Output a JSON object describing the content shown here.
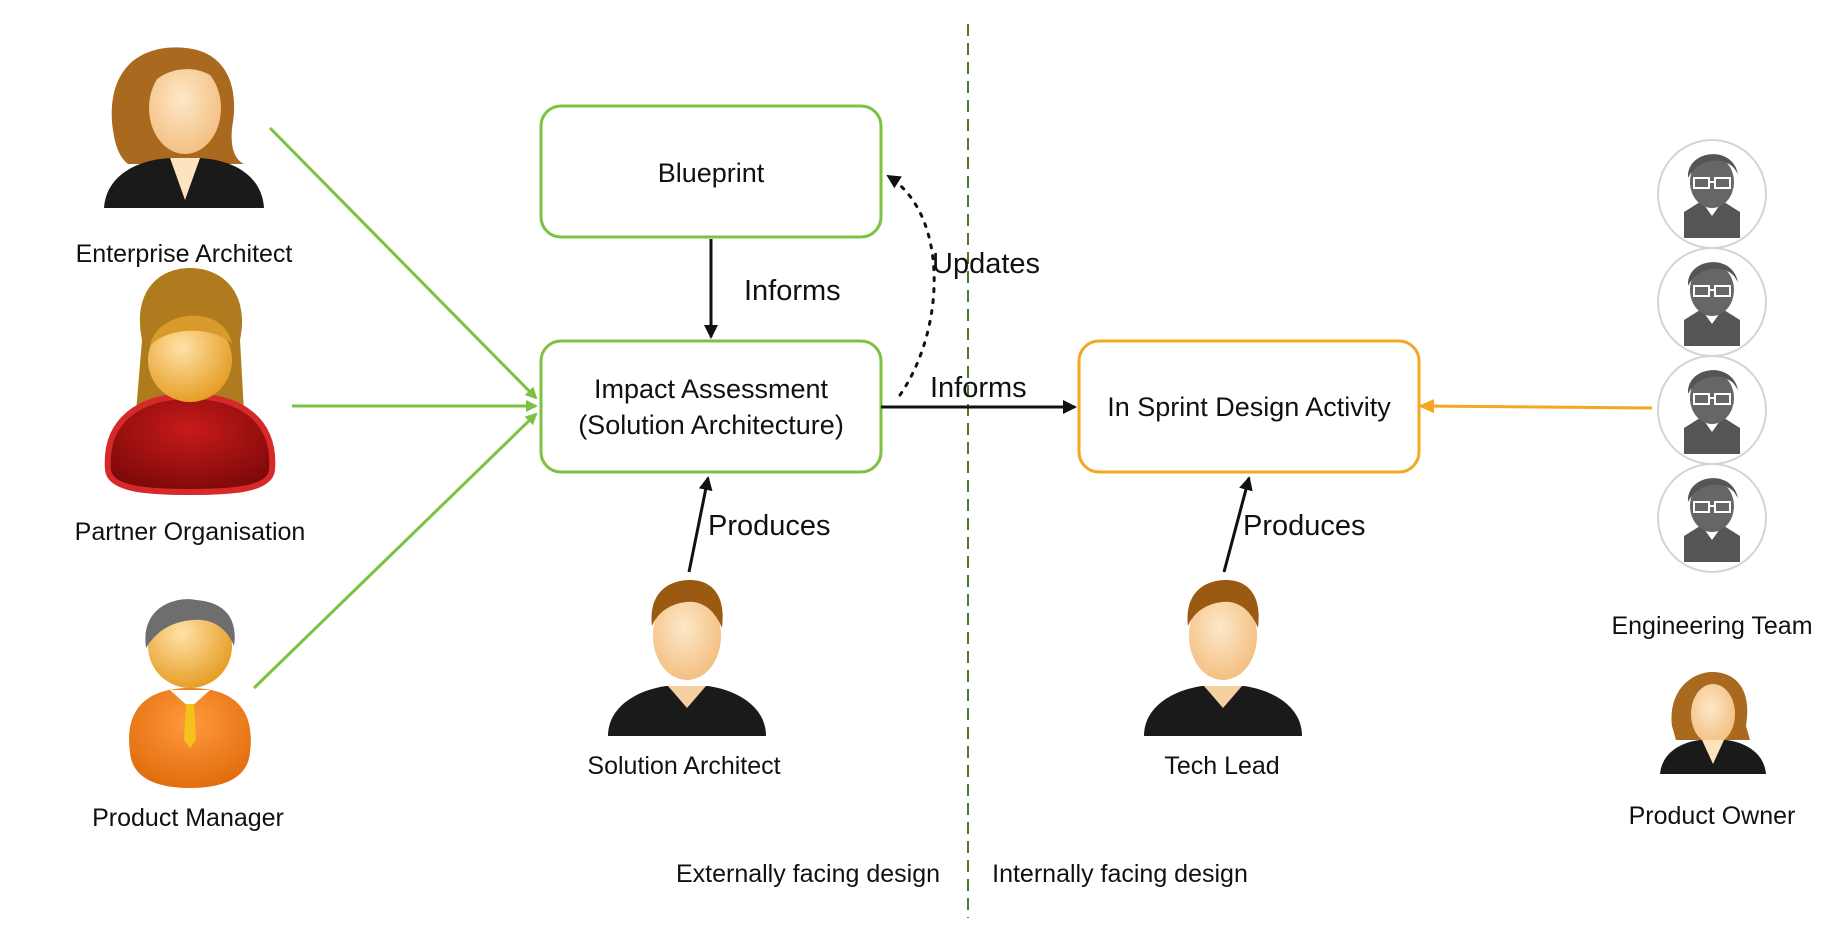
{
  "colors": {
    "external_box": "#7cc242",
    "internal_box": "#f5a623",
    "divider": "#4f7a2c",
    "edge": "#111111"
  },
  "boxes": {
    "blueprint": "Blueprint",
    "impact_line1": "Impact Assessment",
    "impact_line2": "(Solution Architecture)",
    "sprint": "In Sprint Design Activity"
  },
  "edges": {
    "informs_down": "Informs",
    "updates": "Updates",
    "informs_right": "Informs",
    "produces_left": "Produces",
    "produces_right": "Produces"
  },
  "actors": {
    "enterprise_architect": "Enterprise Architect",
    "partner_organisation": "Partner Organisation",
    "product_manager": "Product Manager",
    "solution_architect": "Solution Architect",
    "tech_lead": "Tech Lead",
    "engineering_team": "Engineering Team",
    "product_owner": "Product Owner"
  },
  "zones": {
    "external": "Externally facing design",
    "internal": "Internally facing design"
  },
  "icons": [
    "woman-person-icon",
    "woman-red-person-icon",
    "man-orange-person-icon",
    "man-person-icon",
    "team-member-icon"
  ]
}
